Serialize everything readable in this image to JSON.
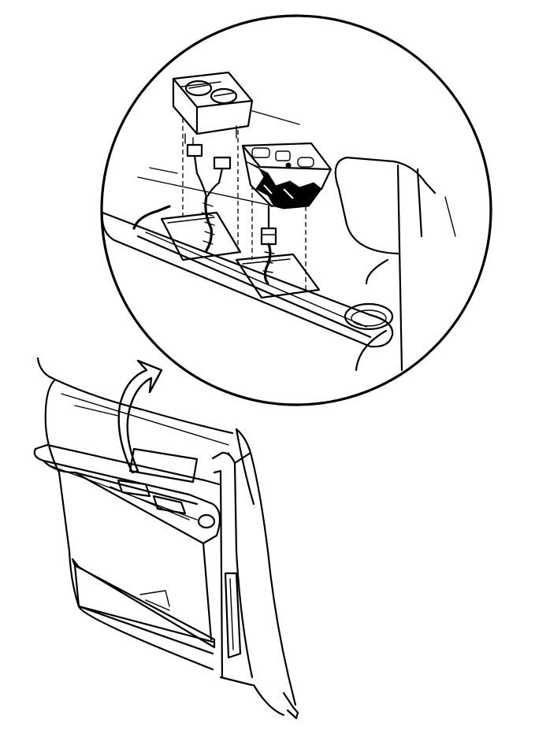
{
  "diagram": {
    "callout": "detail-view-of-door-panel-switches",
    "components": [
      "door-trim-panel",
      "armrest-switch-bezel",
      "window-switch",
      "lock-switch",
      "wiring-harness",
      "electrical-connector",
      "b-pillar-trim",
      "door-pocket"
    ],
    "colors": {
      "line": "#000000",
      "background": "#ffffff"
    }
  }
}
